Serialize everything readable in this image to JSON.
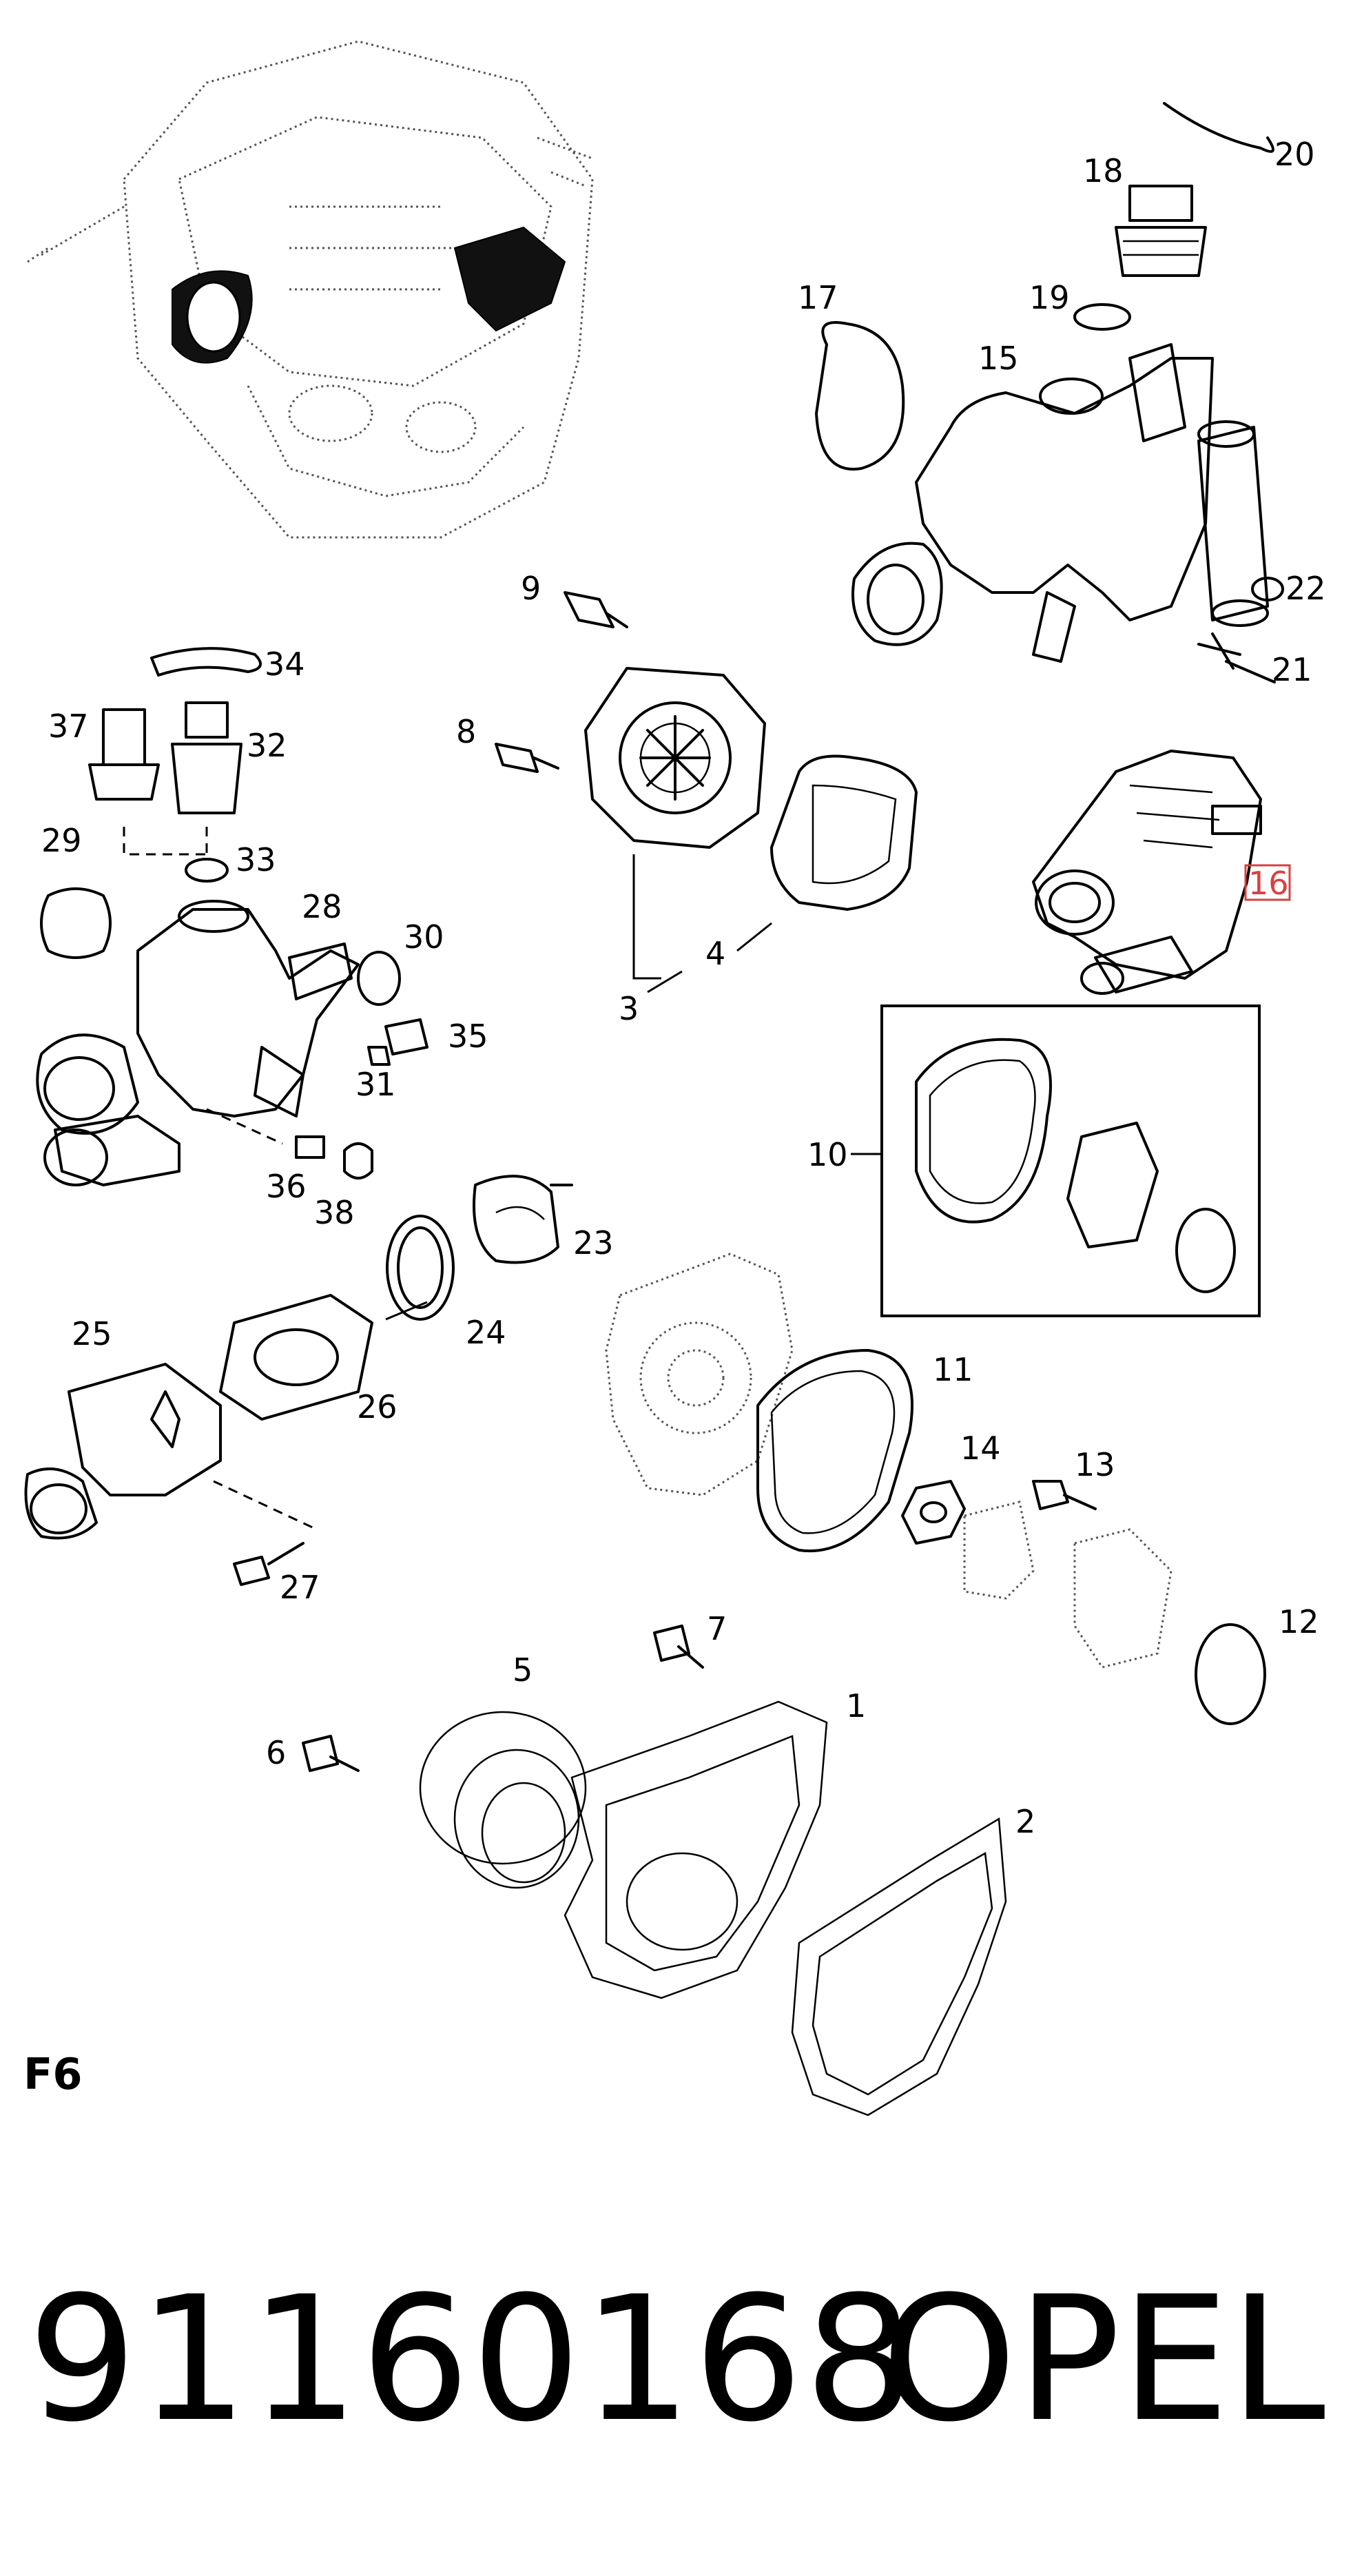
{
  "figure_code": "F6",
  "part_number": "91160168",
  "brand": "OPEL",
  "highlighted_callout": "16",
  "colors": {
    "highlight": "#d94040",
    "line": "#000000",
    "background": "#ffffff"
  },
  "callouts": [
    "1",
    "2",
    "3",
    "4",
    "5",
    "6",
    "7",
    "8",
    "9",
    "10",
    "11",
    "12",
    "13",
    "14",
    "15",
    "16",
    "17",
    "18",
    "19",
    "20",
    "21",
    "22",
    "23",
    "24",
    "25",
    "26",
    "27",
    "28",
    "29",
    "30",
    "31",
    "32",
    "33",
    "34",
    "35",
    "36",
    "37",
    "38"
  ]
}
